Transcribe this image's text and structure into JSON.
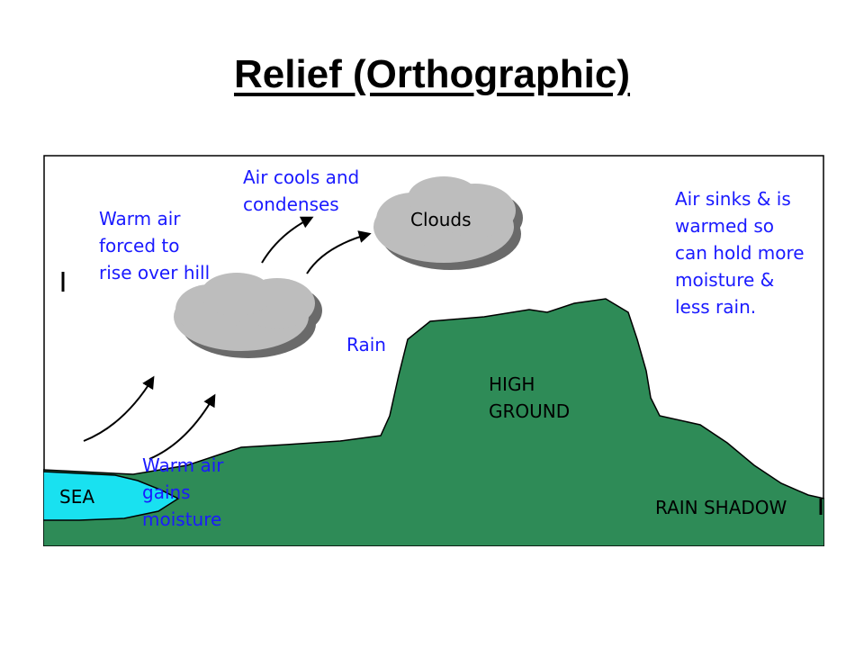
{
  "title": "Relief (Orthographic)",
  "colors": {
    "ground": "#2e8b57",
    "ground_outline": "#000000",
    "sea": "#19e1f0",
    "cloud_fill": "#bdbdbd",
    "cloud_shadow": "#6a6a6a",
    "label_blue": "#1a1aff",
    "label_black": "#000000"
  },
  "labels": {
    "air_cools": [
      "Air cools and",
      "condenses"
    ],
    "warm_air_forced": [
      "Warm air",
      "forced to",
      "rise over hill"
    ],
    "clouds": "Clouds",
    "air_sinks": [
      "Air sinks & is",
      "warmed so",
      "can hold more",
      "moisture &",
      "less rain."
    ],
    "rain": "Rain",
    "high_ground": [
      "HIGH",
      "GROUND"
    ],
    "sea": "SEA",
    "warm_air_gains": [
      "Warm air",
      "gains",
      "moisture"
    ],
    "rain_shadow": "RAIN SHADOW"
  },
  "icons": [
    "arrow-icon",
    "cloud-icon"
  ]
}
